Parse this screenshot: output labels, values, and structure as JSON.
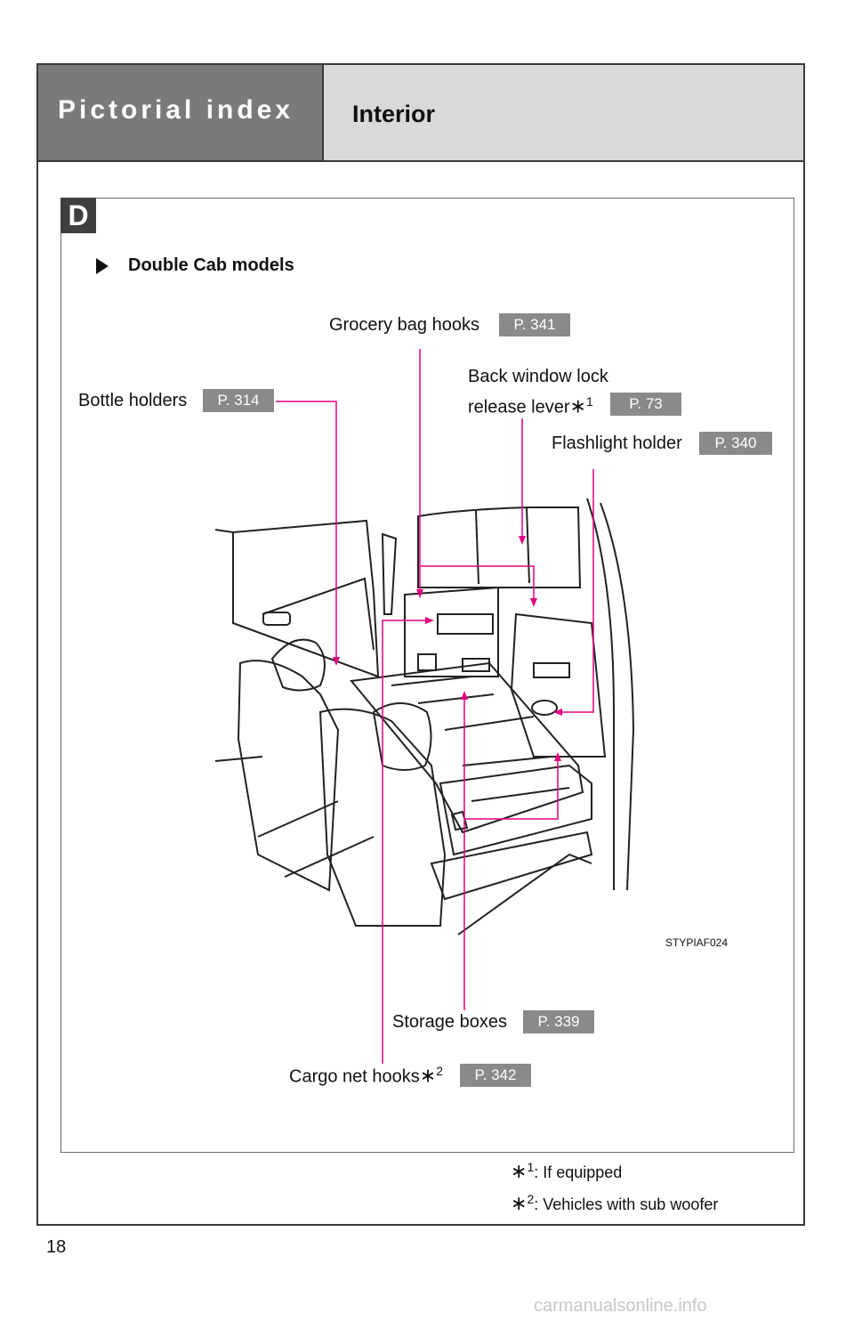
{
  "header": {
    "section": "Pictorial index",
    "topic": "Interior"
  },
  "section_tab": "D",
  "subheading": "Double Cab models",
  "callouts": [
    {
      "id": "grocery",
      "label": "Grocery bag hooks",
      "page": "P. 341",
      "note_mark": ""
    },
    {
      "id": "bottle",
      "label": "Bottle holders",
      "page": "P. 314",
      "note_mark": ""
    },
    {
      "id": "backwindow",
      "label_line1": "Back window lock",
      "label_line2": "release lever",
      "page": "P. 73",
      "note_mark": "1"
    },
    {
      "id": "flashlight",
      "label": "Flashlight holder",
      "page": "P. 340",
      "note_mark": ""
    },
    {
      "id": "storage",
      "label": "Storage boxes",
      "page": "P. 339",
      "note_mark": ""
    },
    {
      "id": "cargo",
      "label": "Cargo net hooks",
      "page": "P. 342",
      "note_mark": "2"
    }
  ],
  "asterisk": "∗",
  "footnotes": [
    {
      "mark": "1",
      "text": ": If equipped"
    },
    {
      "mark": "2",
      "text": ": Vehicles with sub woofer"
    }
  ],
  "figure_id": "STYPIAF024",
  "page_number": "18",
  "watermark": "carmanualsonline.info",
  "colors": {
    "leader": "#e4007f",
    "header_dark": "#7a7a7a",
    "header_light": "#d9d9d9",
    "page_badge": "#8a8a8a"
  }
}
